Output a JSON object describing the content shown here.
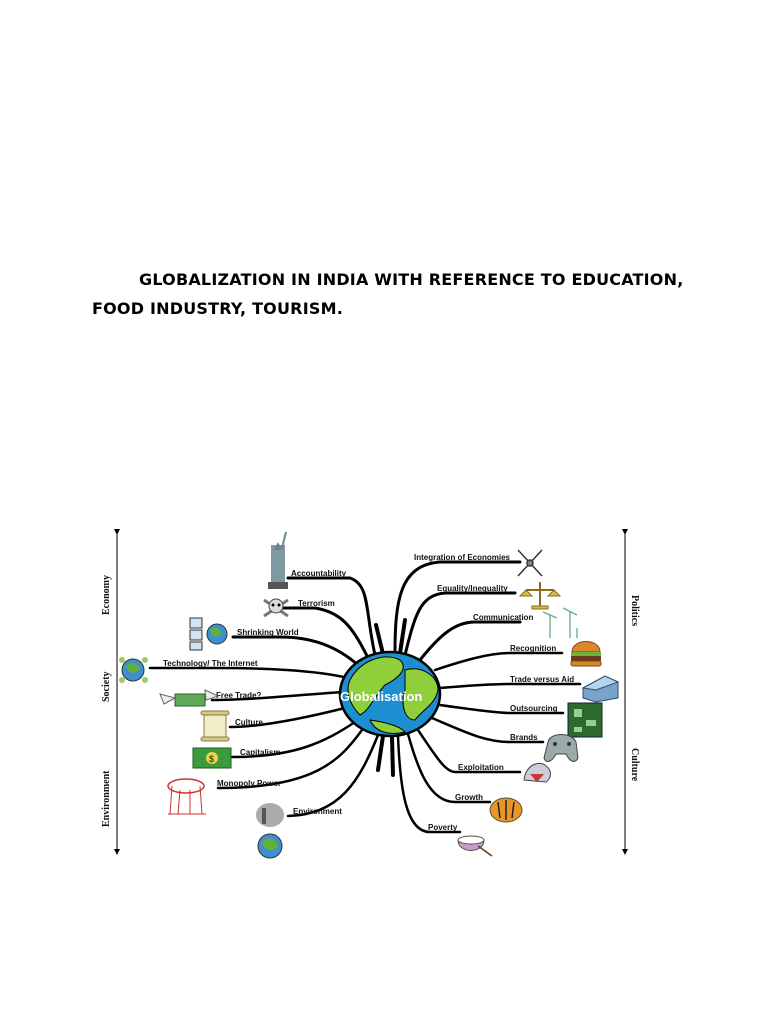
{
  "heading": {
    "line1": "GLOBALIZATION IN INDIA WITH REFERENCE TO EDUCATION,",
    "line2": "FOOD INDUSTRY, TOURISM."
  },
  "diagram": {
    "center": "Globalisation",
    "left_axis": [
      "Economy",
      "Society",
      "Environment"
    ],
    "right_axis": [
      "Politics",
      "Culture"
    ],
    "left_branches": [
      {
        "label": "Accountability",
        "icon": "statue-of-liberty-icon"
      },
      {
        "label": "Terrorism",
        "icon": "skull-crossbones-icon"
      },
      {
        "label": "Shrinking World",
        "icon": "computers-globe-icon"
      },
      {
        "label": "Technology/ The Internet",
        "icon": "network-globe-icon"
      },
      {
        "label": "Free Trade?",
        "icon": "money-wings-icon"
      },
      {
        "label": "Culture",
        "icon": "scroll-icon"
      },
      {
        "label": "Capitalism",
        "icon": "dollar-bill-icon"
      },
      {
        "label": "Monopoly Power",
        "icon": "puppet-strings-icon"
      },
      {
        "label": "Environment",
        "icon": "polluted-earth-icon"
      }
    ],
    "right_branches": [
      {
        "label": "Integration of Economies",
        "icon": "crossed-arrows-icon"
      },
      {
        "label": "Equality/Inequality",
        "icon": "scales-icon"
      },
      {
        "label": "Communication",
        "icon": "wind-turbines-icon"
      },
      {
        "label": "Recognition",
        "icon": "burger-icon"
      },
      {
        "label": "Trade versus Aid",
        "icon": "building-icon"
      },
      {
        "label": "Outsourcing",
        "icon": "circuit-board-icon"
      },
      {
        "label": "Brands",
        "icon": "game-controller-icon"
      },
      {
        "label": "Exploitation",
        "icon": "shark-icon"
      },
      {
        "label": "Growth",
        "icon": "tiger-icon"
      },
      {
        "label": "Poverty",
        "icon": "rice-bowl-icon"
      }
    ]
  }
}
